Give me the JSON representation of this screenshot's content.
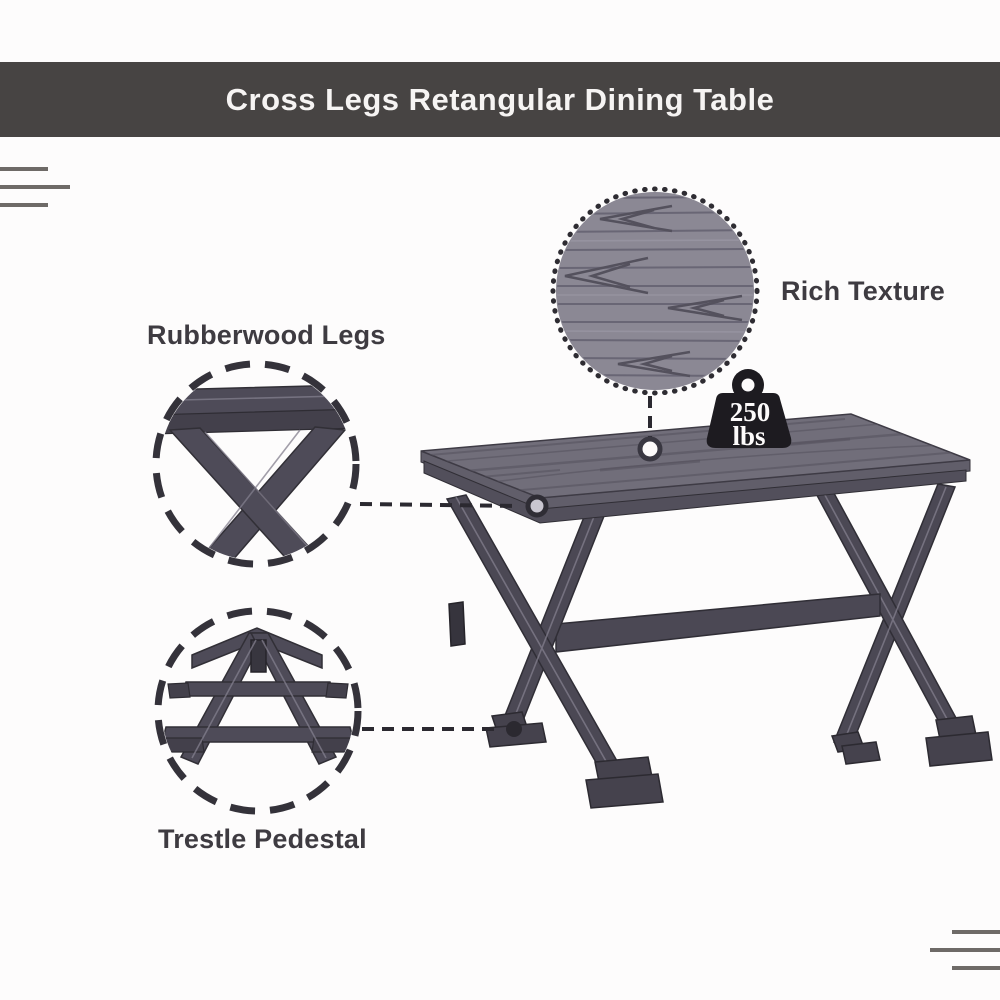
{
  "banner": {
    "title": "Cross Legs Retangular Dining Table"
  },
  "callouts": {
    "rich_texture": {
      "label": "Rich Texture"
    },
    "rubberwood_legs": {
      "label": "Rubberwood Legs"
    },
    "trestle_pedestal": {
      "label": "Trestle Pedestal"
    }
  },
  "weight_badge": {
    "value": "250",
    "unit": "lbs",
    "icon": "weight-icon"
  },
  "colors": {
    "banner-bg": "#474443",
    "banner-text": "#f6f4f3",
    "label": "#3e3b41",
    "ink": "#2e2c32",
    "table-top": "#716e7a",
    "table-edge": "#615e6a",
    "table-apron": "#524f5b",
    "leg": "#4b4854",
    "texture-base": "#8b8894",
    "texture-grain": "#636070",
    "corner-line": "#6e6a67",
    "bg": "#fdfcfc"
  }
}
